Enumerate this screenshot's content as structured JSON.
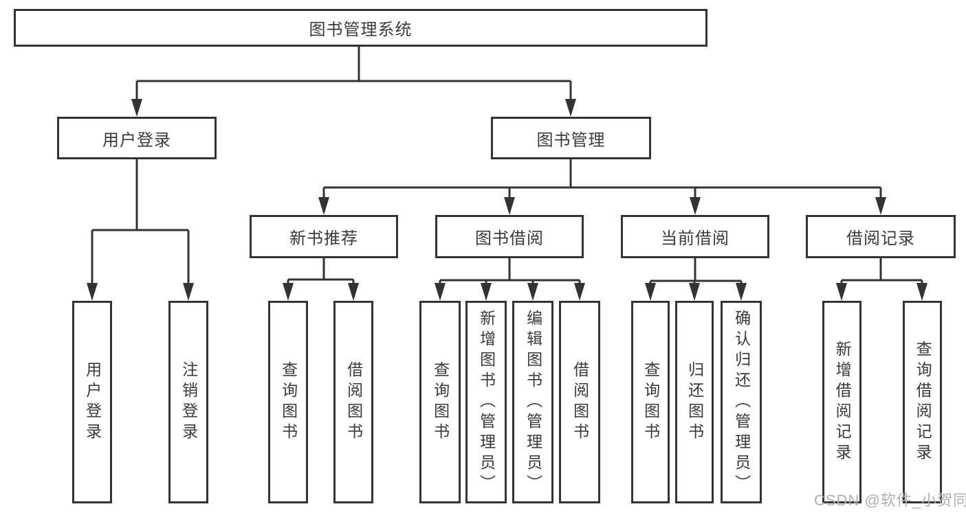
{
  "diagram": {
    "type": "hierarchy-tree",
    "root": {
      "label": "图书管理系统"
    },
    "level2": [
      {
        "label": "用户登录",
        "children": [
          {
            "label": "用户登录"
          },
          {
            "label": "注销登录"
          }
        ]
      },
      {
        "label": "图书管理",
        "children": [
          {
            "label": "新书推荐",
            "children": [
              {
                "label": "查询图书"
              },
              {
                "label": "借阅图书"
              }
            ]
          },
          {
            "label": "图书借阅",
            "children": [
              {
                "label": "查询图书"
              },
              {
                "label": "新增图书（管理员）"
              },
              {
                "label": "编辑图书（管理员）"
              },
              {
                "label": "借阅图书"
              }
            ]
          },
          {
            "label": "当前借阅",
            "children": [
              {
                "label": "查询图书"
              },
              {
                "label": "归还图书"
              },
              {
                "label": "确认归还（管理员）"
              }
            ]
          },
          {
            "label": "借阅记录",
            "children": [
              {
                "label": "新增借阅记录"
              },
              {
                "label": "查询借阅记录"
              }
            ]
          }
        ]
      }
    ]
  },
  "watermark": {
    "text": "CSDN @软件_小贺同学"
  },
  "colors": {
    "line": "#333333",
    "box_border": "#333333",
    "text": "#3a3a3a",
    "watermark": "#b0b0b0",
    "background": "#ffffff"
  }
}
